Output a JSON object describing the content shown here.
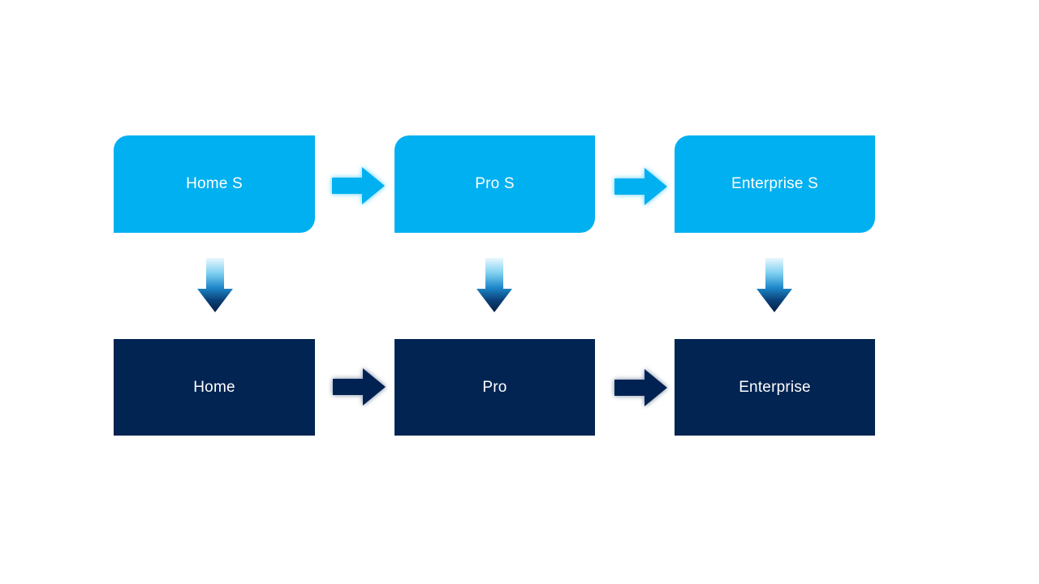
{
  "slide": {
    "background": "#FFFFFF",
    "colors": {
      "top_box_fill": "#00B0F0",
      "bottom_box_fill": "#022452",
      "text": "#FFFFFF",
      "cyan_arrow_glow": "#8FE0FB",
      "navy_arrow_glow": "#9AA7B8",
      "gradient_arrow_top": "#EAF7FE",
      "gradient_arrow_bottom": "#051F44"
    },
    "top_row": [
      {
        "label": "Home S"
      },
      {
        "label": "Pro S"
      },
      {
        "label": "Enterprise S"
      }
    ],
    "bottom_row": [
      {
        "label": "Home"
      },
      {
        "label": "Pro"
      },
      {
        "label": "Enterprise"
      }
    ]
  }
}
